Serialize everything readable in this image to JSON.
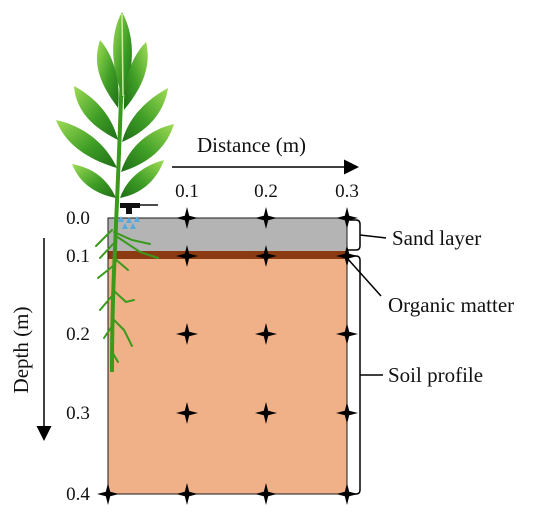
{
  "horizontal_axis": {
    "title": "Distance (m)",
    "ticks": [
      "0.1",
      "0.2",
      "0.3"
    ]
  },
  "vertical_axis": {
    "title": "Depth (m)",
    "ticks": [
      "0.0",
      "0.1",
      "0.2",
      "0.3",
      "0.4"
    ]
  },
  "layers": {
    "sand": {
      "label": "Sand layer",
      "color": "#b4b4b4"
    },
    "organic": {
      "label": "Organic matter",
      "color": "#8b3a12"
    },
    "soil": {
      "label": "Soil profile",
      "color": "#f0b088"
    }
  },
  "colors": {
    "leaf_dark": "#2e8a1e",
    "leaf_light": "#8fd14a",
    "stem": "#3a9a1c",
    "emitter": "#111111",
    "water_drops": "#5aa8e0",
    "grid_marker": "#000000"
  },
  "icons": [
    "plant-icon",
    "drip-emitter-icon",
    "grid-marker-icon",
    "arrow-icon",
    "brace-icon"
  ]
}
